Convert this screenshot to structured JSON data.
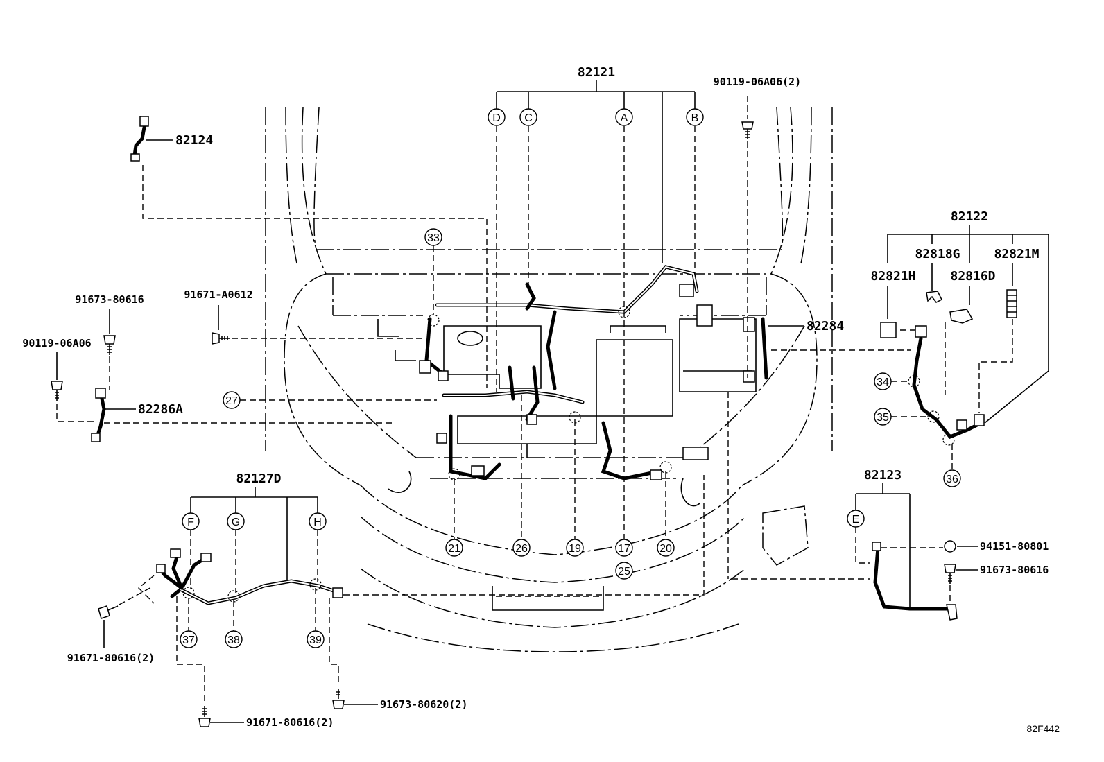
{
  "main_harness": {
    "part": "82121",
    "callouts": [
      "D",
      "C",
      "A",
      "B"
    ]
  },
  "top_bolt": "90119-06A06(2)",
  "sensor_top_left": "82124",
  "right_group": {
    "part": "82122",
    "items": [
      "82818G",
      "82821M",
      "82821H",
      "82816D"
    ]
  },
  "wire_82284": "82284",
  "left_parts": {
    "bolt_a": "91673-80616",
    "bolt_b": "90119-06A06",
    "bolt_c": "91671-A0612",
    "wire": "82286A"
  },
  "lower_left_group": {
    "part": "82127D",
    "callouts": [
      "F",
      "G",
      "H"
    ],
    "bolt_left": "91671-80616(2)",
    "bolt_bottom": "91671-80616(2)",
    "bolt_mid": "91673-80620(2)"
  },
  "right_lower_group": {
    "part": "82123",
    "callout": "E",
    "clip": "94151-80801",
    "bolt": "91673-80616"
  },
  "ref_numbers": {
    "r33": "33",
    "r27": "27",
    "r21": "21",
    "r26": "26",
    "r19": "19",
    "r17": "17",
    "r25": "25",
    "r20": "20",
    "r34": "34",
    "r35": "35",
    "r36": "36",
    "r37": "37",
    "r38": "38",
    "r39": "39"
  },
  "diagram_code": "82F442"
}
